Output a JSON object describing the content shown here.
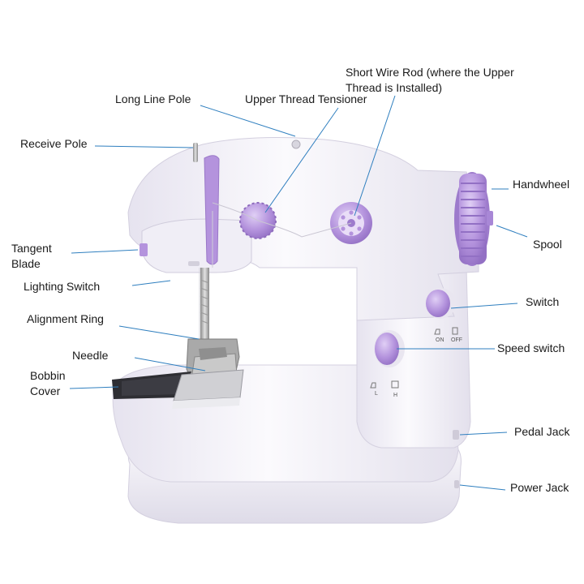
{
  "diagram": {
    "labels": {
      "receive_pole": "Receive Pole",
      "long_line_pole": "Long Line Pole",
      "upper_thread_tensioner": "Upper Thread Tensioner",
      "short_wire_rod_line1": "Short Wire Rod (where the Upper",
      "short_wire_rod_line2": "Thread is Installed)",
      "handwheel": "Handwheel",
      "spool": "Spool",
      "tangent_blade_line1": "Tangent",
      "tangent_blade_line2": "Blade",
      "lighting_switch": "Lighting Switch",
      "switch": "Switch",
      "alignment_ring": "Alignment Ring",
      "needle": "Needle",
      "speed_switch": "Speed switch",
      "bobbin_cover_line1": "Bobbin",
      "bobbin_cover_line2": "Cover",
      "pedal_jack": "Pedal Jack",
      "power_jack": "Power Jack"
    },
    "markings": {
      "on": "ON",
      "off": "OFF",
      "low": "L",
      "high": "H"
    },
    "colors": {
      "machine_body": "#f4f2f8",
      "accent_purple": "#b493dd",
      "leader_line": "#2f7fbf",
      "bobbin_cover": "#2e2e33",
      "metal": "#b9b9b9"
    }
  }
}
